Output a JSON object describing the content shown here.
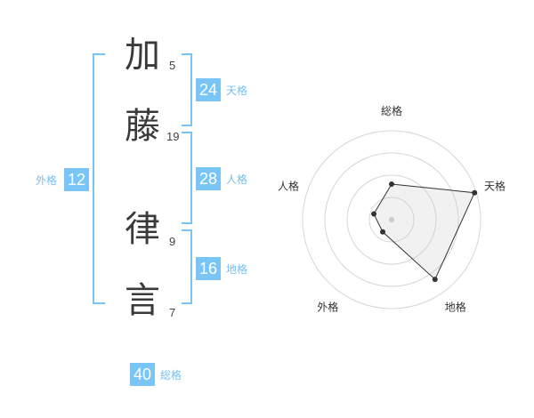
{
  "name_chars": [
    {
      "char": "加",
      "strokes": "5"
    },
    {
      "char": "藤",
      "strokes": "19"
    },
    {
      "char": "律",
      "strokes": "9"
    },
    {
      "char": "言",
      "strokes": "7"
    }
  ],
  "fortunes": {
    "tenkaku": {
      "value": "24",
      "label": "天格"
    },
    "jinkaku": {
      "value": "28",
      "label": "人格"
    },
    "chikaku": {
      "value": "16",
      "label": "地格"
    },
    "gaikaku": {
      "value": "12",
      "label": "外格"
    },
    "soukaku": {
      "value": "40",
      "label": "総格"
    }
  },
  "colors": {
    "accent": "#79c6f6",
    "bracket": "#7ac3f3",
    "label": "#78bfec"
  },
  "chart_data": {
    "type": "radar",
    "axes": [
      "総格",
      "天格",
      "地格",
      "外格",
      "人格"
    ],
    "values": [
      40,
      24,
      16,
      12,
      28
    ],
    "rings": 4,
    "normalized_levels": [
      0.4,
      0.98,
      0.83,
      0.17,
      0.21
    ]
  }
}
